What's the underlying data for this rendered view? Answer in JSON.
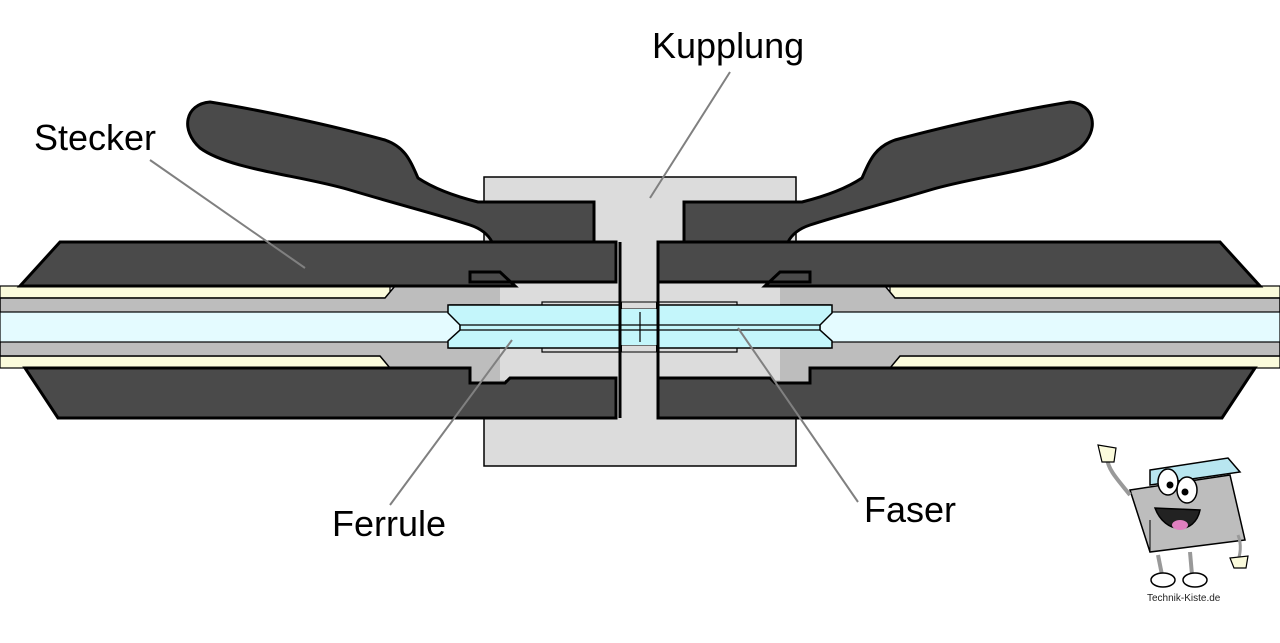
{
  "diagram": {
    "title": "Fiber optic connector cross-section",
    "labels": {
      "stecker": "Stecker",
      "kupplung": "Kupplung",
      "ferrule": "Ferrule",
      "faser": "Faser"
    },
    "logo": {
      "text": "Technik-Kiste.de"
    },
    "colors": {
      "housing": "#4a4a4a",
      "coupling": "#dcdcdc",
      "ferrule_holder": "#bdbdbd",
      "ferrule": "#c4f6fb",
      "fiber_core": "#e4fbff",
      "buffer": "#fbfbdc",
      "outline": "#000000",
      "leader": "#808080"
    }
  }
}
